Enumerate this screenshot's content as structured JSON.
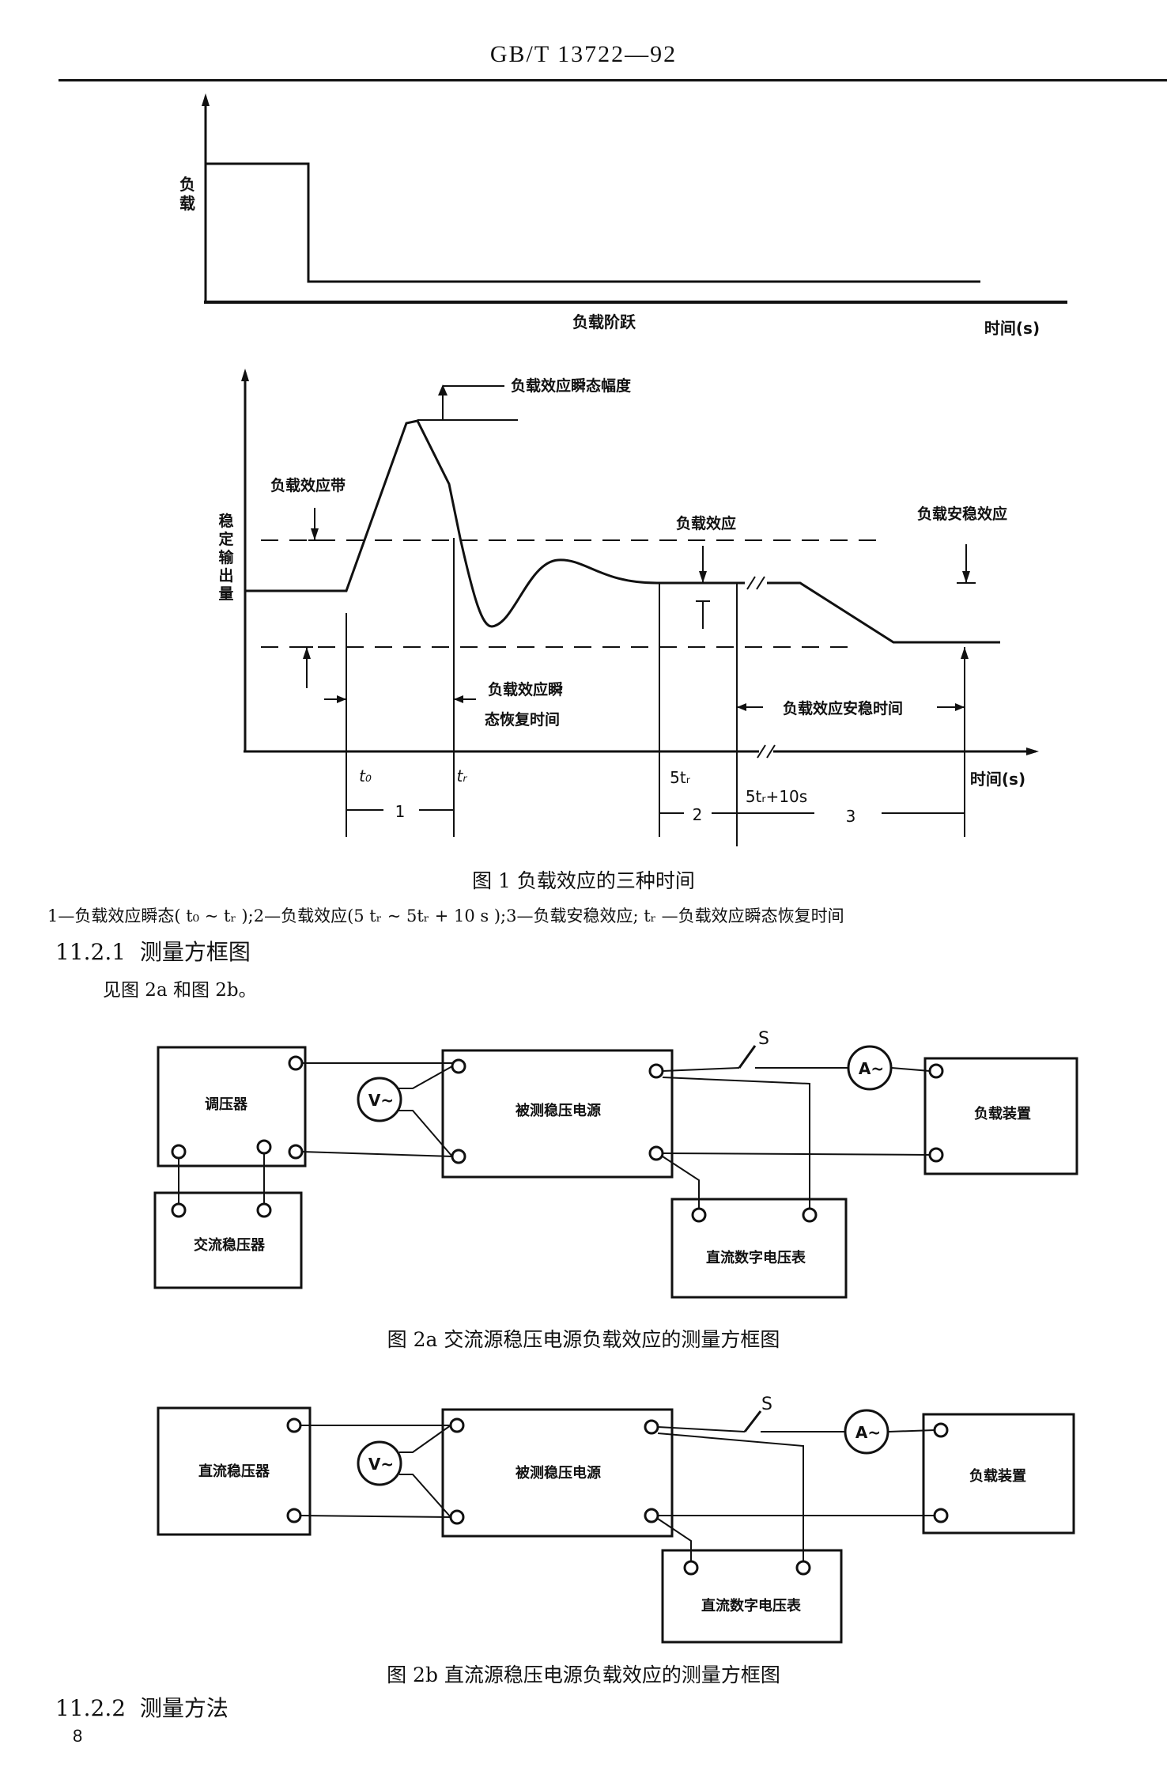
{
  "header": {
    "title": "GB/T 13722—92"
  },
  "figure1": {
    "top_chart": {
      "ylabel": "负载",
      "xlabel": "负载阶跃",
      "time_label": "时间(s)"
    },
    "bottom_chart": {
      "ylabel": "稳定输出量",
      "annotations": {
        "transient_amplitude": "负载效应瞬态幅度",
        "effect_band": "负载效应带",
        "load_effect": "负载效应",
        "stabilization_effect": "负载安稳效应",
        "recovery_time_line1": "负载效应瞬",
        "recovery_time_line2": "态恢复时间",
        "stabilization_time": "负载效应安稳时间"
      },
      "ticks": {
        "t0": "t₀",
        "tr": "tᵣ",
        "t5": "5tᵣ",
        "t5p10": "5tᵣ+10s"
      },
      "time_label": "时间(s)",
      "interval_labels": {
        "i1": "1",
        "i2": "2",
        "i3": "3"
      }
    },
    "caption": "图 1   负载效应的三种时间",
    "legend": "1—负载效应瞬态( t₀ ~ tᵣ );2—负载效应(5 tᵣ ~ 5tᵣ + 10 s );3—负载安稳效应; tᵣ —负载效应瞬态恢复时间"
  },
  "section_11_2_1": {
    "number": "11.2.1",
    "title": "测量方框图",
    "text": "见图 2a 和图 2b。"
  },
  "figure2a": {
    "boxes": {
      "regulator": "调压器",
      "ac_stabilizer": "交流稳压器",
      "dut": "被测稳压电源",
      "load": "负载装置",
      "voltmeter": "直流数字电压表"
    },
    "switch": "S",
    "v_meter": "V~",
    "a_meter": "A~",
    "caption": "图 2a   交流源稳压电源负载效应的测量方框图"
  },
  "figure2b": {
    "boxes": {
      "dc_stabilizer": "直流稳压器",
      "dut": "被测稳压电源",
      "load": "负载装置",
      "voltmeter": "直流数字电压表"
    },
    "switch": "S",
    "v_meter": "V~",
    "a_meter": "A~",
    "caption": "图 2b   直流源稳压电源负载效应的测量方框图"
  },
  "section_11_2_2": {
    "number": "11.2.2",
    "title": "测量方法"
  },
  "page_number": "8"
}
